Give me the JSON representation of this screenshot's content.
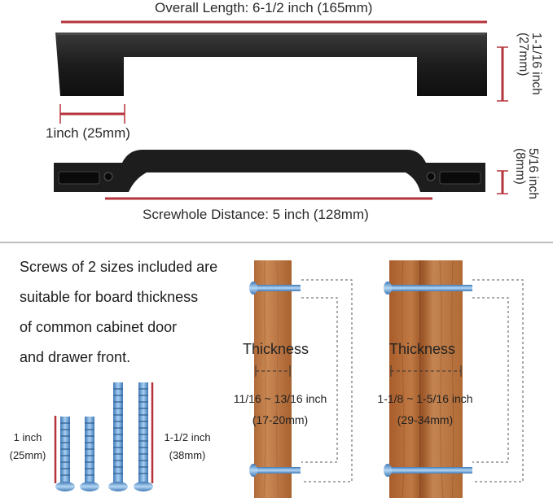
{
  "dimensions": {
    "overall_length": "Overall Length: 6-1/2 inch (165mm)",
    "height_line1": "1-1/16 inch",
    "height_line2": "(27mm)",
    "foot_width": "1inch (25mm)",
    "screwhole_distance": "Screwhole Distance: 5 inch (128mm)",
    "depth_line1": "5/16 inch",
    "depth_line2": "(8mm)"
  },
  "description": [
    "Screws of 2 sizes included are",
    "suitable for board thickness",
    "of common cabinet door",
    "and drawer front."
  ],
  "screws": {
    "short_line1": "1 inch",
    "short_line2": "(25mm)",
    "long_line1": "1-1/2 inch",
    "long_line2": "(38mm)"
  },
  "boards": [
    {
      "thickness_label": "Thickness",
      "range_inch": "11/16 ~ 13/16 inch",
      "range_mm": "(17-20mm)"
    },
    {
      "thickness_label": "Thickness",
      "range_inch": "1-1/8 ~ 1-5/16 inch",
      "range_mm": "(29-34mm)"
    }
  ],
  "colors": {
    "dimension_line": "#b5333b",
    "handle": "#1e1e1e",
    "wood_light": "#c17a48",
    "wood_dark": "#9c5a2d",
    "screw": "#6fa7d8",
    "divider": "#bdbdbd"
  }
}
